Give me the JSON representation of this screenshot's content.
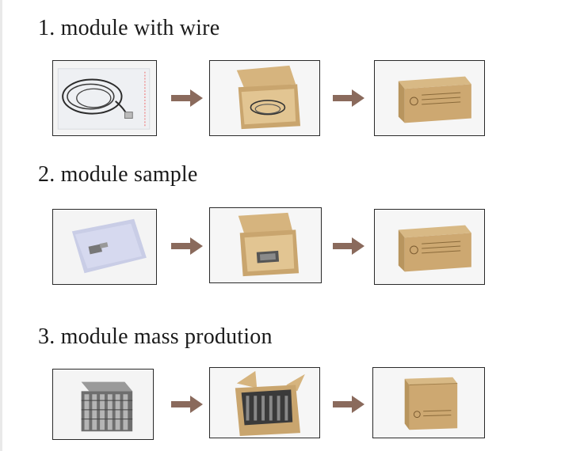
{
  "sections": [
    {
      "title": "1. module with wire"
    },
    {
      "title": "2. module sample"
    },
    {
      "title": "3. module mass prodution"
    }
  ],
  "colors": {
    "arrow": "#8a6a5c",
    "cardboard": "#c9a56e",
    "frame": "#2a2a2a"
  },
  "icons": {
    "arrow": "right-arrow-icon"
  }
}
